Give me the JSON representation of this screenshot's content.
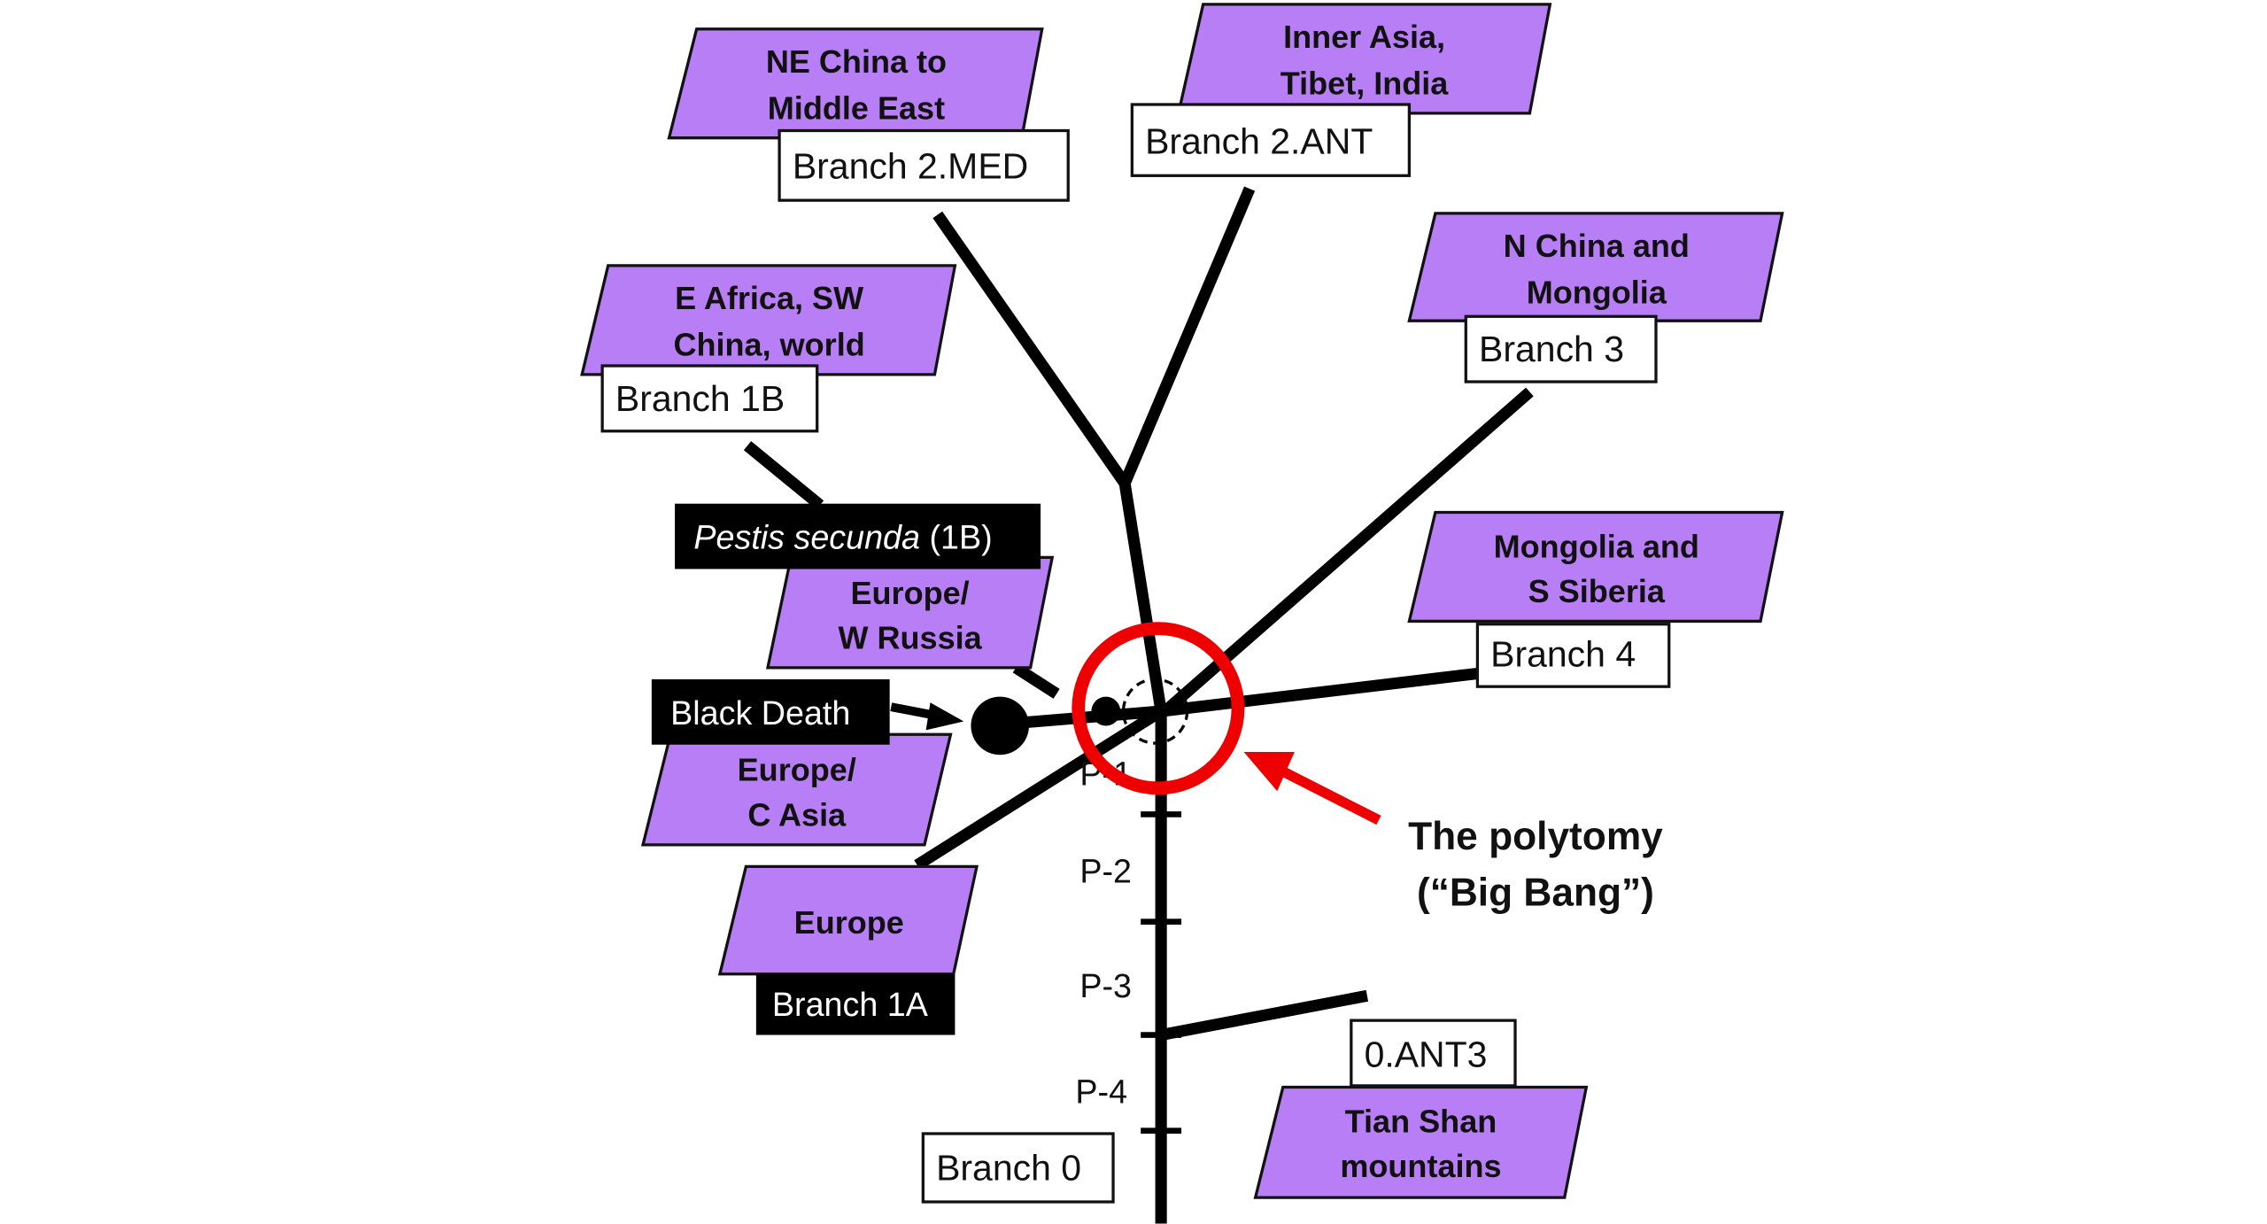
{
  "colors": {
    "region_fill": "#b77ef5",
    "line": "#000000",
    "highlight": "#ee0000",
    "label_bg_dark": "#000000",
    "label_bg_light": "#ffffff"
  },
  "regions": {
    "ne_china": [
      "NE China to",
      "Middle East"
    ],
    "inner_asia": [
      "Inner Asia,",
      "Tibet, India"
    ],
    "e_africa": [
      "E Africa, SW",
      "China, world"
    ],
    "n_china": [
      "N China and",
      "Mongolia"
    ],
    "mongolia_siberia": [
      "Mongolia and",
      "S Siberia"
    ],
    "europe_w_russia": [
      "Europe/",
      "W Russia"
    ],
    "europe_c_asia": [
      "Europe/",
      "C Asia"
    ],
    "europe": [
      "Europe"
    ],
    "tian_shan": [
      "Tian Shan",
      "mountains"
    ]
  },
  "branches": {
    "b2med": "Branch 2.MED",
    "b2ant": "Branch 2.ANT",
    "b1b": "Branch 1B",
    "b3": "Branch 3",
    "b4": "Branch 4",
    "b1a": "Branch 1A",
    "b0": "Branch 0",
    "ant3": "0.ANT3"
  },
  "markers": {
    "pestis_italic": "Pestis secunda",
    "pestis_suffix": " (1B)",
    "black_death": "Black Death"
  },
  "periods": [
    "P-1",
    "P-2",
    "P-3",
    "P-4"
  ],
  "callout": [
    "The polytomy",
    "(“Big Bang”)"
  ]
}
